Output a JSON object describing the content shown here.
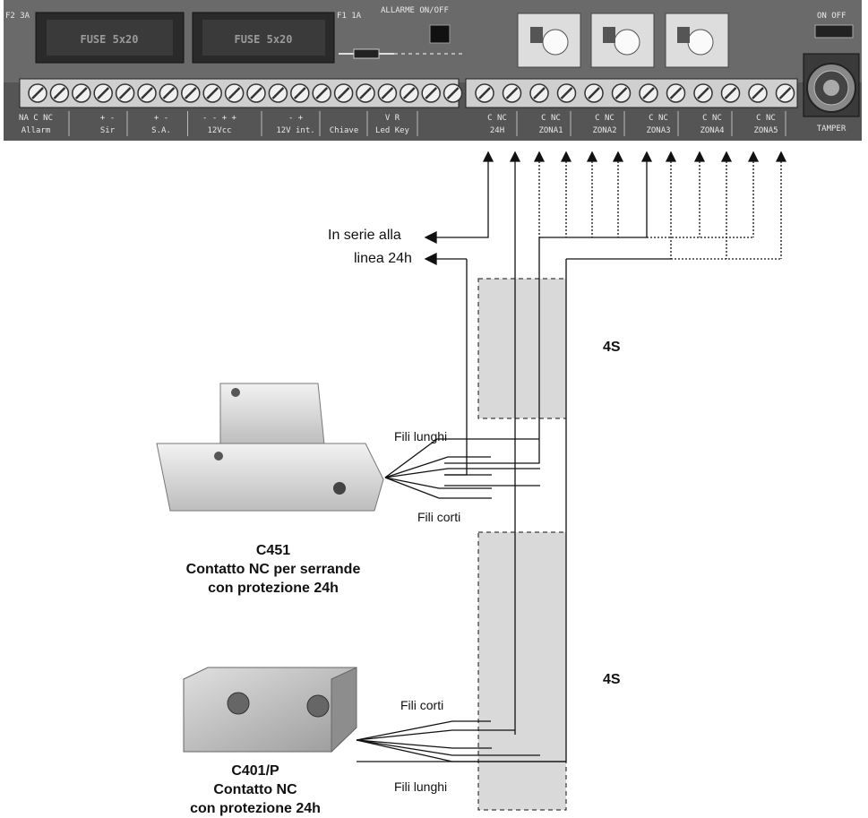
{
  "board": {
    "fuse_labels": [
      "FUSE 5x20",
      "FUSE 5x20"
    ],
    "fuse_tags": [
      "F2 3A",
      "F1 1A"
    ],
    "jumper_label": "ALLARME ON/OFF",
    "switch_label": "ON OFF",
    "terminal_labels": [
      {
        "top": "NA  C  NC",
        "bottom": "Allarm"
      },
      {
        "top": "+     -",
        "bottom": "Sir"
      },
      {
        "top": "+     -",
        "bottom": "S.A."
      },
      {
        "top": "-  -  +  +",
        "bottom": "12Vcc"
      },
      {
        "top": "-  +",
        "bottom": "12V int."
      },
      {
        "top": "",
        "bottom": "Chiave"
      },
      {
        "top": "V  R",
        "bottom": "Led Key"
      },
      {
        "top": "C  NC",
        "bottom": "24H"
      },
      {
        "top": "C  NC",
        "bottom": "ZONA1"
      },
      {
        "top": "C  NC",
        "bottom": "ZONA2"
      },
      {
        "top": "C  NC",
        "bottom": "ZONA3"
      },
      {
        "top": "C  NC",
        "bottom": "ZONA4"
      },
      {
        "top": "C  NC",
        "bottom": "ZONA5"
      }
    ],
    "tamper_label": "TAMPER"
  },
  "annotations": {
    "series_line1": "In serie alla",
    "series_line2": "linea 24h",
    "box_label_top": "4S",
    "box_label_bottom": "4S",
    "fili_lunghi_top": "Fili lunghi",
    "fili_corti_top": "Fili corti",
    "fili_corti_bottom": "Fili corti",
    "fili_lunghi_bottom": "Fili lunghi"
  },
  "devices": {
    "c451": {
      "model": "C451",
      "line1": "Contatto NC per serrande",
      "line2": "con protezione 24h"
    },
    "c401p": {
      "model": "C401/P",
      "line1": "Contatto NC",
      "line2": "con protezione 24h"
    }
  },
  "colors": {
    "board": "#5a5a5a",
    "terminal": "#d8d8d8",
    "shield_box": "#d9d9d9",
    "device": "#dcdcdc",
    "wire": "#111111"
  }
}
